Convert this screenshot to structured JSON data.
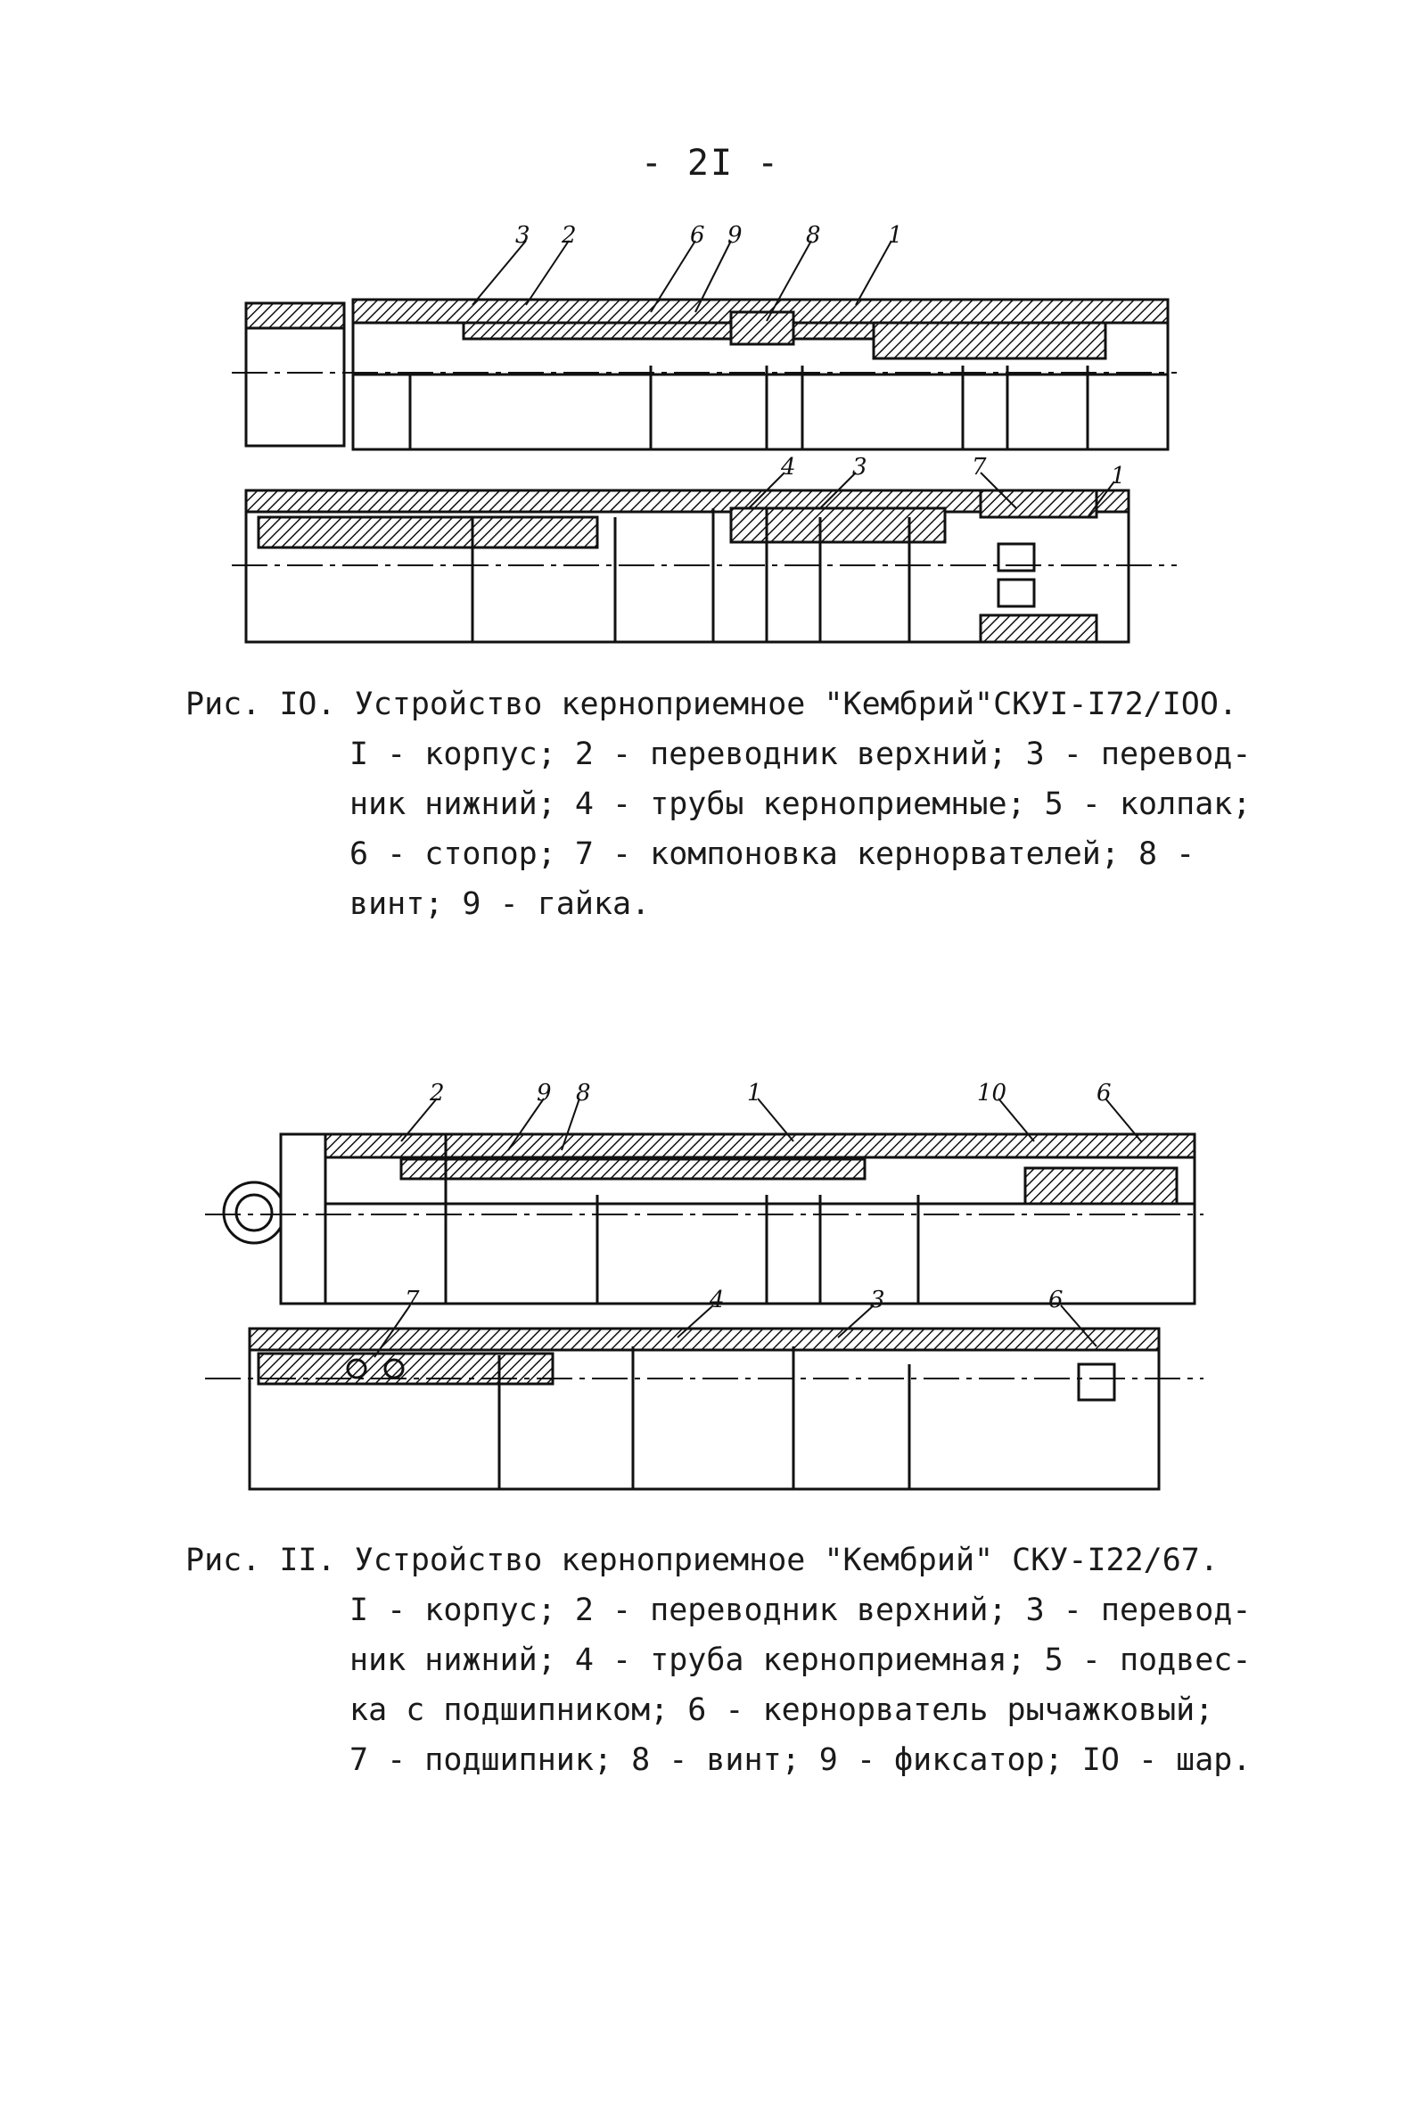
{
  "page": {
    "number": "- 2I -"
  },
  "figure10": {
    "callouts_top": [
      "3",
      "2",
      "6",
      "9",
      "8",
      "1"
    ],
    "callouts_bottom": [
      "4",
      "3",
      "7",
      "1"
    ],
    "caption_lines": [
      "Рис. IO. Устройство кернопpиемное \"Кембрий\"СКУI-I72/IOO.",
      "I - корпус; 2 - переводник верхний; 3 - перевод-",
      "ник нижний; 4 - трубы кернопpиемные; 5 - колпак;",
      "6 - стопор; 7 - компоновка кернорвателей; 8 -",
      "винт; 9 - гайка."
    ]
  },
  "figure11": {
    "callouts_top": [
      "2",
      "9",
      "8",
      "1",
      "10",
      "6"
    ],
    "callouts_bottom": [
      "7",
      "4",
      "3",
      "6"
    ],
    "caption_lines": [
      "Рис. II. Устройство кернопpиемное \"Кембрий\" СКУ-I22/67.",
      "I - корпус; 2 - переводник верхний; 3 - перевод-",
      "ник нижний; 4 - труба кернопpиемная; 5 - подвес-",
      "ка с подшипником; 6 - кернорватель рычажковый;",
      "7 - подшипник; 8 - винт; 9 - фиксатор; IO - шар."
    ]
  }
}
